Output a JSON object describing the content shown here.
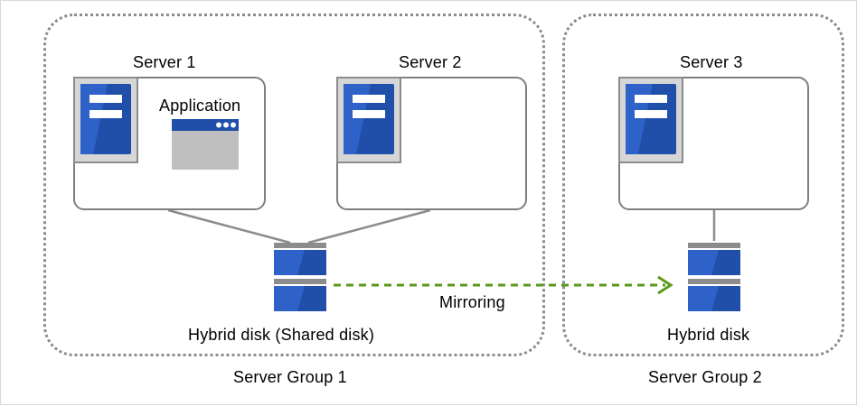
{
  "servers": [
    {
      "name": "Server 1"
    },
    {
      "name": "Server 2"
    },
    {
      "name": "Server 3"
    }
  ],
  "application": {
    "label": "Application"
  },
  "disks": {
    "shared": "Hybrid disk (Shared disk)",
    "remote": "Hybrid disk"
  },
  "mirroring_label": "Mirroring",
  "groups": [
    {
      "label": "Server Group 1"
    },
    {
      "label": "Server Group 2"
    }
  ],
  "colors": {
    "server_blue": "#1f4fa8",
    "server_blue_light": "#2e62c8",
    "arrow_green": "#5a9a1a",
    "outline_gray": "#7f7f7f",
    "tower_bg": "#d6d6d6",
    "window_gray": "#bfbfbf"
  }
}
